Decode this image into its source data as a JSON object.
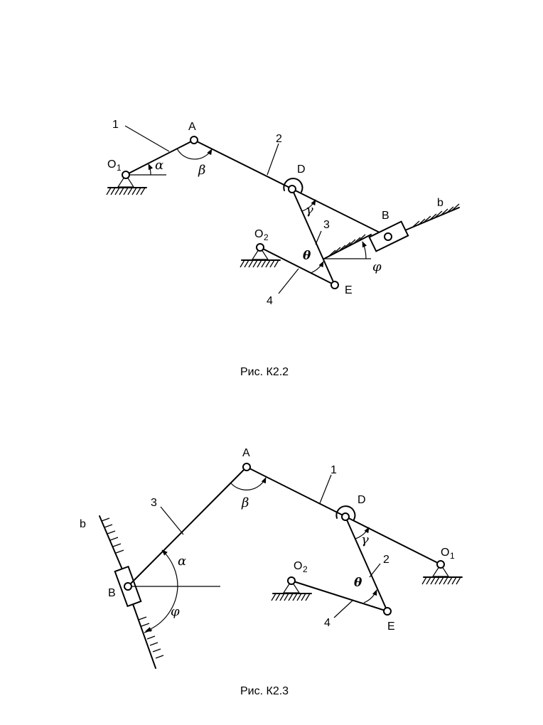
{
  "figure_1": {
    "caption": "Рис. К2.2",
    "points": {
      "O1": "O",
      "O1_sub": "1",
      "O2": "O",
      "O2_sub": "2",
      "A": "A",
      "B": "B",
      "D": "D",
      "E": "E"
    },
    "links": {
      "l1": "1",
      "l2": "2",
      "l3": "3",
      "l4": "4",
      "guide": "b"
    },
    "angles": {
      "alpha": "α",
      "beta": "β",
      "gamma": "γ",
      "theta": "θ",
      "phi": "φ"
    }
  },
  "figure_2": {
    "caption": "Рис. К2.3",
    "points": {
      "O1": "O",
      "O1_sub": "1",
      "O2": "O",
      "O2_sub": "2",
      "A": "A",
      "B": "B",
      "D": "D",
      "E": "E"
    },
    "links": {
      "l1": "1",
      "l2": "2",
      "l3": "3",
      "l4": "4",
      "guide": "b"
    },
    "angles": {
      "alpha": "α",
      "beta": "β",
      "gamma": "γ",
      "theta": "θ",
      "phi": "φ"
    }
  }
}
